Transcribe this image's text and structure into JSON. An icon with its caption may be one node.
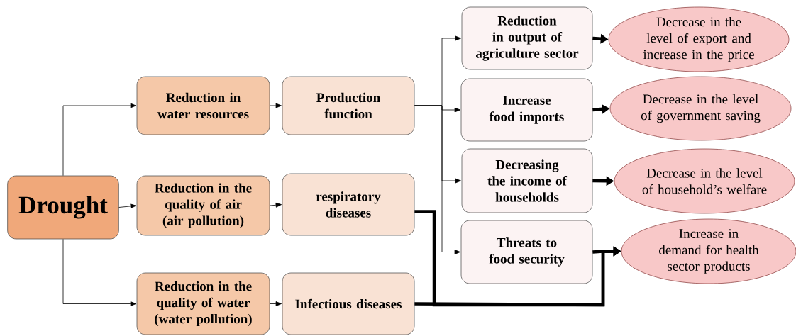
{
  "diagram": {
    "nodes": [
      {
        "text": [
          "Drought"
        ]
      },
      {
        "text": [
          "Reduction in water resources"
        ]
      },
      {
        "text": [
          "Reduction in the quality of air (air pollution)"
        ]
      },
      {
        "text": [
          "Reduction in the quality of water (water pollution)"
        ]
      },
      {
        "text": [
          "Production function"
        ]
      },
      {
        "text": [
          "respiratory diseases"
        ]
      },
      {
        "text": [
          "Infectious diseases"
        ]
      },
      {
        "text": [
          "Reduction in output of agriculture sector"
        ]
      },
      {
        "text": [
          "Increase food imports"
        ]
      },
      {
        "text": [
          "Decreasing the income of households"
        ]
      },
      {
        "text": [
          "Threats to food security"
        ]
      },
      {
        "text": [
          "Decrease in the level of export and increase in the price"
        ]
      },
      {
        "text": [
          "Decrease in the level of government saving"
        ]
      },
      {
        "text": [
          "Decrease in the level of household’s welfare"
        ]
      },
      {
        "text": [
          "Increase in demand for health sector products"
        ]
      }
    ],
    "edges": [
      {
        "from": 0,
        "to": 1,
        "arrow": "to"
      },
      {
        "from": 0,
        "to": 2,
        "arrow": "to"
      },
      {
        "from": 0,
        "to": 3,
        "arrow": "to"
      },
      {
        "from": 1,
        "to": 4,
        "arrow": "to"
      },
      {
        "from": 2,
        "to": 5,
        "arrow": "to"
      },
      {
        "from": 3,
        "to": 6,
        "arrow": "to"
      },
      {
        "from": 4,
        "to": 7,
        "arrow": "to"
      },
      {
        "from": 4,
        "to": 8,
        "arrow": "to"
      },
      {
        "from": 4,
        "to": 9,
        "arrow": "to"
      },
      {
        "from": 4,
        "to": 10,
        "arrow": "to"
      },
      {
        "from": 7,
        "to": 11,
        "arrow": "to",
        "style": "thick"
      },
      {
        "from": 8,
        "to": 12,
        "arrow": "to",
        "style": "thick"
      },
      {
        "from": 9,
        "to": 13,
        "arrow": "to",
        "style": "thick"
      },
      {
        "from": 10,
        "to": 14,
        "arrow": "to",
        "style": "thick"
      },
      {
        "from": 5,
        "to": 14,
        "arrow": "to",
        "style": "thick"
      },
      {
        "from": 6,
        "to": 14,
        "arrow": "to",
        "style": "thick"
      }
    ]
  }
}
